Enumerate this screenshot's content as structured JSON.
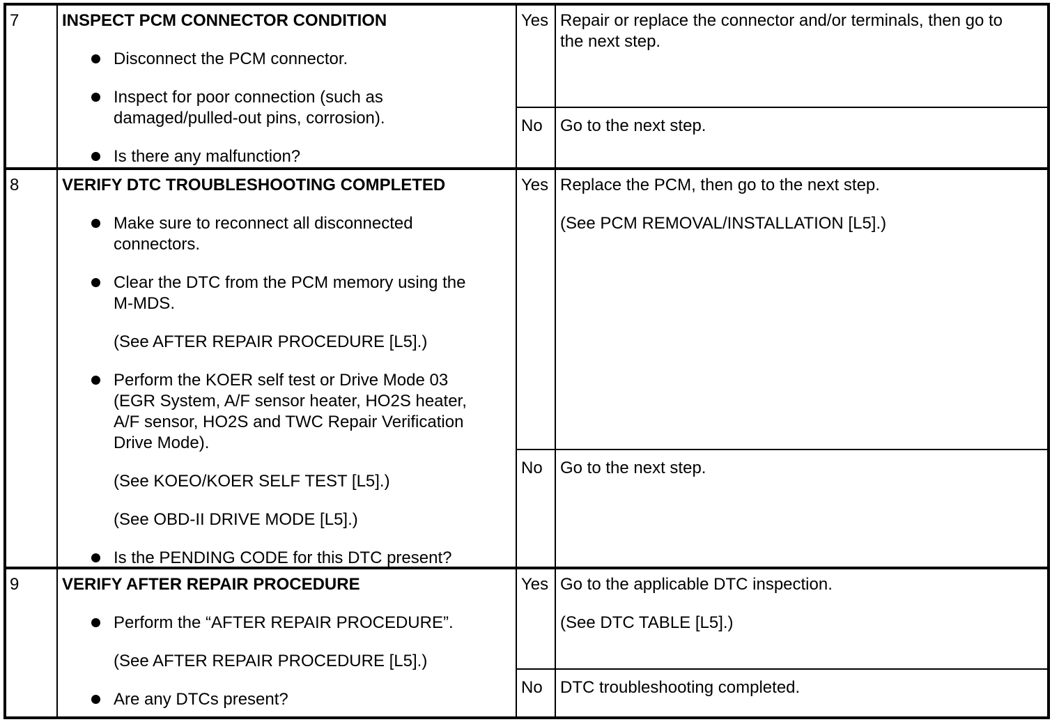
{
  "page": {
    "background": "#ffffff",
    "text_color": "#000000",
    "border_color": "#000000"
  },
  "rows": [
    {
      "step": "7",
      "title": "INSPECT PCM CONNECTOR CONDITION",
      "items": [
        {
          "type": "bullet",
          "lines": [
            "Disconnect the PCM connector."
          ]
        },
        {
          "type": "bullet",
          "lines": [
            "Inspect for poor connection (such as",
            "damaged/pulled-out pins, corrosion)."
          ]
        },
        {
          "type": "bullet",
          "lines": [
            "Is there any malfunction?"
          ]
        }
      ],
      "yes": {
        "label": "Yes",
        "paragraphs": [
          [
            "Repair or replace the connector and/or terminals, then go to",
            "the next step."
          ]
        ]
      },
      "no": {
        "label": "No",
        "paragraphs": [
          [
            "Go to the next step."
          ]
        ]
      }
    },
    {
      "step": "8",
      "title": "VERIFY DTC TROUBLESHOOTING COMPLETED",
      "items": [
        {
          "type": "bullet",
          "lines": [
            "Make sure to reconnect all disconnected",
            "connectors."
          ]
        },
        {
          "type": "bullet",
          "lines": [
            "Clear the DTC from the PCM memory using the",
            "M-MDS."
          ]
        },
        {
          "type": "note",
          "lines": [
            "(See AFTER REPAIR PROCEDURE [L5].)"
          ]
        },
        {
          "type": "bullet",
          "lines": [
            "Perform the KOER self test or Drive Mode 03",
            "(EGR System, A/F sensor heater, HO2S heater,",
            "A/F sensor, HO2S and TWC Repair Verification",
            "Drive Mode)."
          ]
        },
        {
          "type": "note",
          "lines": [
            "(See KOEO/KOER SELF TEST [L5].)"
          ]
        },
        {
          "type": "note",
          "lines": [
            "(See OBD-II DRIVE MODE [L5].)"
          ]
        },
        {
          "type": "bullet",
          "lines": [
            "Is the PENDING CODE for this DTC present?"
          ]
        }
      ],
      "yes": {
        "label": "Yes",
        "paragraphs": [
          [
            "Replace the PCM, then go to the next step."
          ],
          [
            "(See PCM REMOVAL/INSTALLATION [L5].)"
          ]
        ]
      },
      "no": {
        "label": "No",
        "paragraphs": [
          [
            "Go to the next step."
          ]
        ]
      }
    },
    {
      "step": "9",
      "title": "VERIFY AFTER REPAIR PROCEDURE",
      "items": [
        {
          "type": "bullet",
          "lines": [
            "Perform the “AFTER REPAIR PROCEDURE”."
          ]
        },
        {
          "type": "note",
          "lines": [
            "(See AFTER REPAIR PROCEDURE [L5].)"
          ]
        },
        {
          "type": "bullet",
          "lines": [
            "Are any DTCs present?"
          ]
        }
      ],
      "yes": {
        "label": "Yes",
        "paragraphs": [
          [
            "Go to the applicable DTC inspection."
          ],
          [
            "(See DTC TABLE [L5].)"
          ]
        ]
      },
      "no": {
        "label": "No",
        "paragraphs": [
          [
            "DTC troubleshooting completed."
          ]
        ]
      }
    }
  ]
}
